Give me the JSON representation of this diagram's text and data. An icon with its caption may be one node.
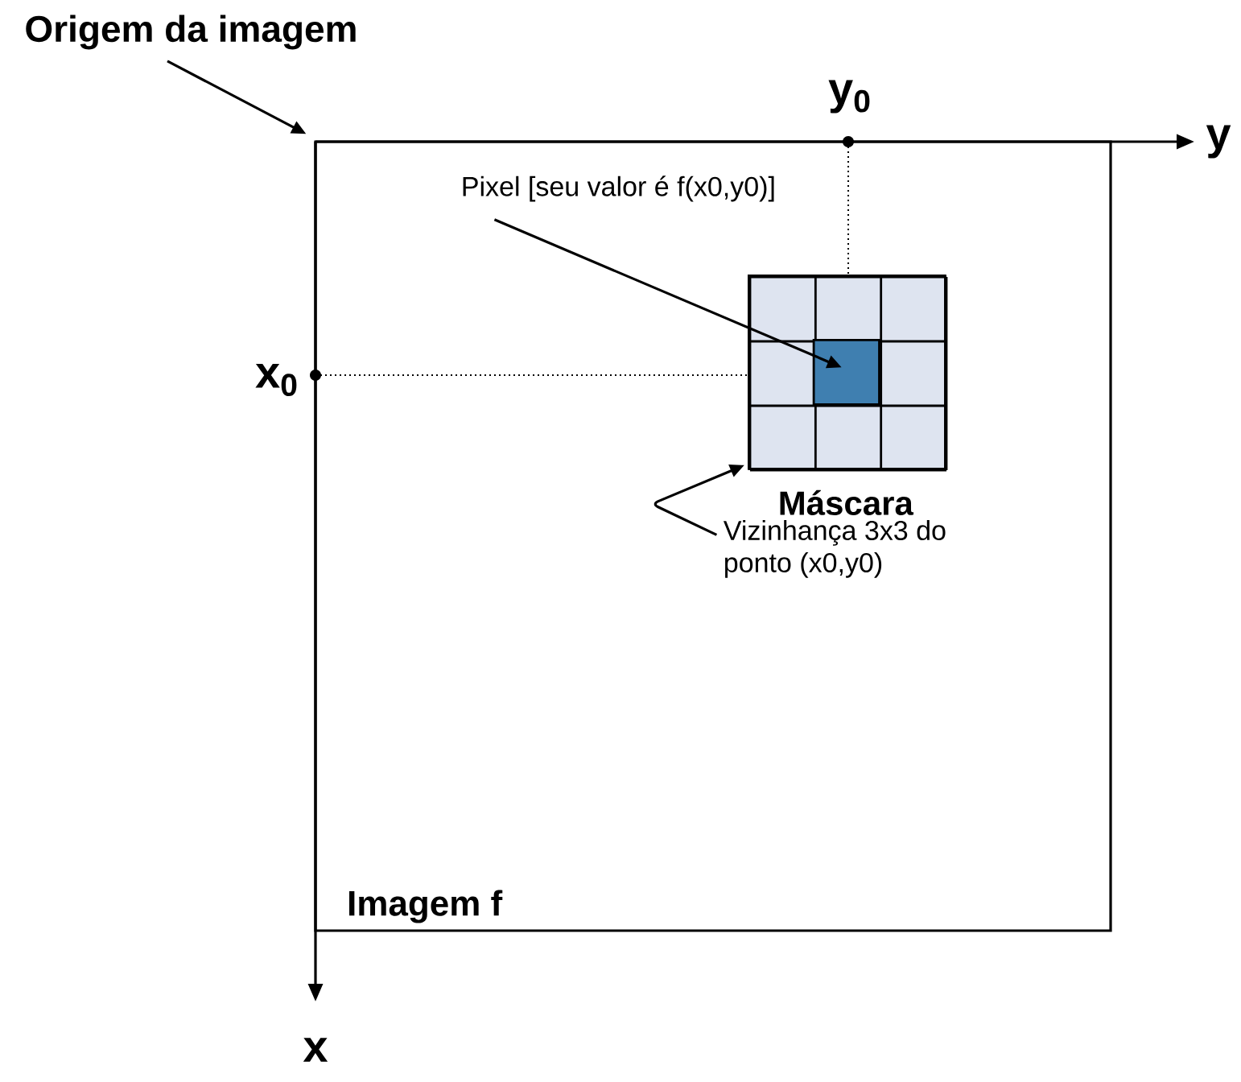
{
  "diagram": {
    "nodes": [
      {
        "text": [
          "Imagem f"
        ]
      },
      {
        "text": [
          "Origem da imagem"
        ]
      },
      {
        "text": [
          "Pixel [seu valor é f(x0,y0)]"
        ],
        "in": 0
      },
      {
        "text": [],
        "shape": "box",
        "in": 0
      },
      {
        "text": [],
        "shape": "box",
        "in": 3
      },
      {
        "text": [
          "Máscara",
          "Vizinhança 3x3 do ponto (x0,y0)"
        ],
        "in": 0
      }
    ],
    "edges": [
      {
        "from": 1,
        "to": 0,
        "arrow": "to"
      },
      {
        "from": 2,
        "to": 4,
        "arrow": "to"
      },
      {
        "from": 5,
        "to": 3,
        "arrow": "to"
      }
    ],
    "labels": [
      "y$_{0}$",
      "y",
      "x$_{0}$",
      "x"
    ]
  }
}
